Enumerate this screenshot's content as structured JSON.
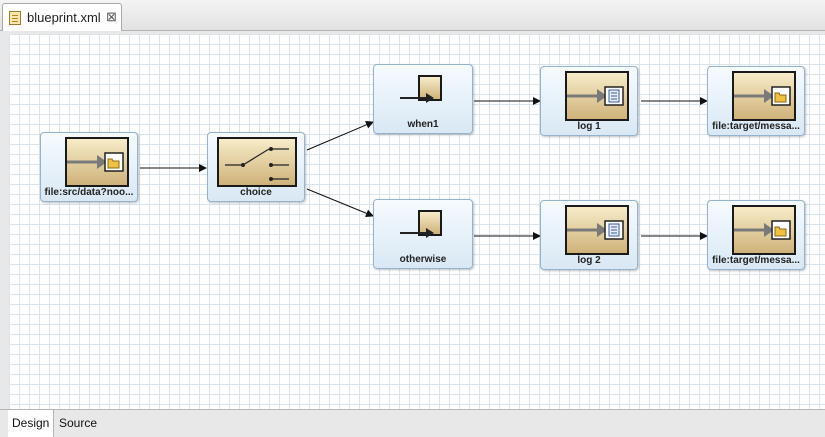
{
  "editor": {
    "tab_title": "blueprint.xml",
    "tab_icon": "xml-file-icon",
    "close_icon": "close-icon"
  },
  "diagram": {
    "nodes": {
      "from": {
        "label": "file:src/data?noo...",
        "icon": "file-endpoint-icon"
      },
      "choice": {
        "label": "choice",
        "icon": "choice-switch-icon"
      },
      "when1": {
        "label": "when1",
        "icon": "when-icon"
      },
      "otherwise": {
        "label": "otherwise",
        "icon": "otherwise-icon"
      },
      "log1": {
        "label": "log 1",
        "icon": "log-icon"
      },
      "log2": {
        "label": "log 2",
        "icon": "log-icon"
      },
      "to1": {
        "label": "file:target/messa...",
        "icon": "file-endpoint-icon"
      },
      "to2": {
        "label": "file:target/messa...",
        "icon": "file-endpoint-icon"
      }
    }
  },
  "bottom_tabs": {
    "design": "Design",
    "source": "Source",
    "active": "Design"
  }
}
